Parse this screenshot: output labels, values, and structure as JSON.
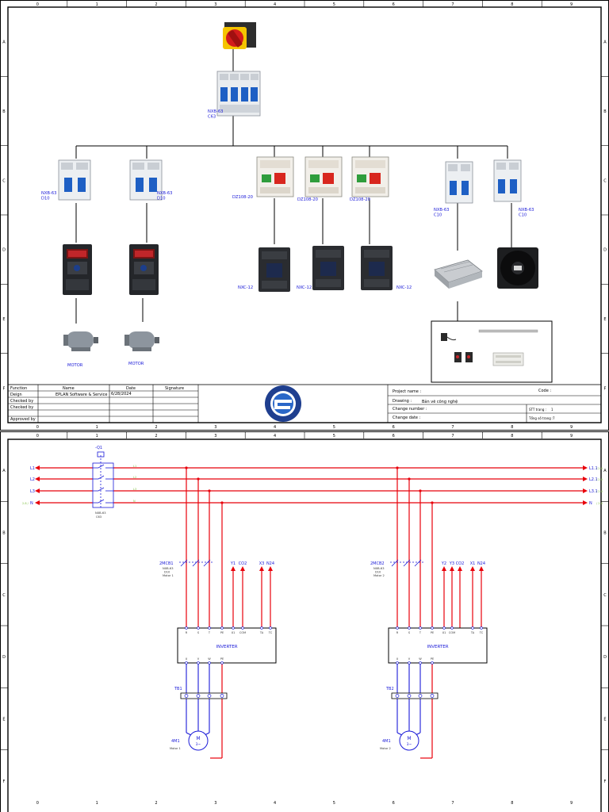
{
  "frame": {
    "columns": [
      "0",
      "1",
      "2",
      "3",
      "4",
      "5",
      "6",
      "7",
      "8",
      "9"
    ],
    "rows": [
      "A",
      "B",
      "C",
      "D",
      "E",
      "F"
    ]
  },
  "sheet1": {
    "main_breaker_label": "NXB-63\nC63",
    "mcb_d10_1": "NXB-63\nD10",
    "mcb_d10_2": "NXB-63\nD10",
    "dz1": "DZ108-20",
    "dz2": "DZ108-20",
    "dz3": "DZ108-20",
    "mcb_c10_1": "NXB-63\nC10",
    "mcb_c10_2": "NXB-63\nC10",
    "nxc1": "NXC-12",
    "nxc2": "NXC-12",
    "nxc3": "NXC-12",
    "motor1": "MOTOR",
    "motor2": "MOTOR"
  },
  "titleblock": {
    "col_function": "Function",
    "col_name": "Name",
    "col_date": "Date",
    "col_signature": "Signature",
    "row_design": "Deign",
    "row_checked1": "Checked by",
    "row_checked2": "Checked by",
    "row_approved": "Approved by",
    "design_name": "EPLAN Software & Service",
    "design_date": "6/28/2024",
    "project_name": "Project name :",
    "code": "Code :",
    "drawing": "Drawing :",
    "drawing_value": "Bản vẽ công nghệ",
    "change_number": "Change number :",
    "change_date": "Change date :",
    "stt": "STT trang :",
    "stt_value": "1",
    "total": "Tổng số trang :",
    "total_value": "7"
  },
  "sheet2": {
    "q1": "-Q1",
    "q1_sub": "NXB-63\nC63",
    "left_lines": [
      "L1",
      "L2",
      "L3",
      "N"
    ],
    "left_refs": [
      "",
      "",
      "",
      "2.8 /"
    ],
    "right_lines": [
      "L1.1",
      "L2.1",
      "L3.1",
      "N"
    ],
    "right_refs": [
      "/ 2.0",
      "/ 2.0",
      "/ 2.0",
      "/ 2.0"
    ],
    "q1_out": [
      "L1",
      "L2",
      "L3",
      "N"
    ],
    "mcb1": "2MCB1",
    "mcb1_sub": "NXB-63\nD10\nMotor 1",
    "mcb2": "2MCB2",
    "mcb2_sub": "NXB-63\nD10\nMotor 2",
    "inv1_sig": [
      "Y1",
      "CO2",
      "X3",
      "N24"
    ],
    "inv2_sig": [
      "Y2",
      "Y3",
      "CO2",
      "X1",
      "N24"
    ],
    "inv_top_terms": [
      "R",
      "S",
      "T",
      "PE",
      "X1",
      "COM",
      "TA",
      "TC"
    ],
    "inv_bot_terms": [
      "U",
      "V",
      "W",
      "PE"
    ],
    "inv1": "INVERTER",
    "inv2": "INVERTER",
    "tb1": "TB1",
    "tb2": "TB2",
    "m1": "4M1",
    "m1_sub": "Motor 1",
    "m2": "4M1",
    "m2_sub": "Motor 2",
    "motor_symbol": "M",
    "motor_phase": "3~"
  },
  "colors": {
    "frame": "#000000",
    "wire_red": "#e8000a",
    "wire_blue": "#1a1ad8",
    "label_blue": "#1a1ad8",
    "ref_green": "#7fbf3f"
  }
}
